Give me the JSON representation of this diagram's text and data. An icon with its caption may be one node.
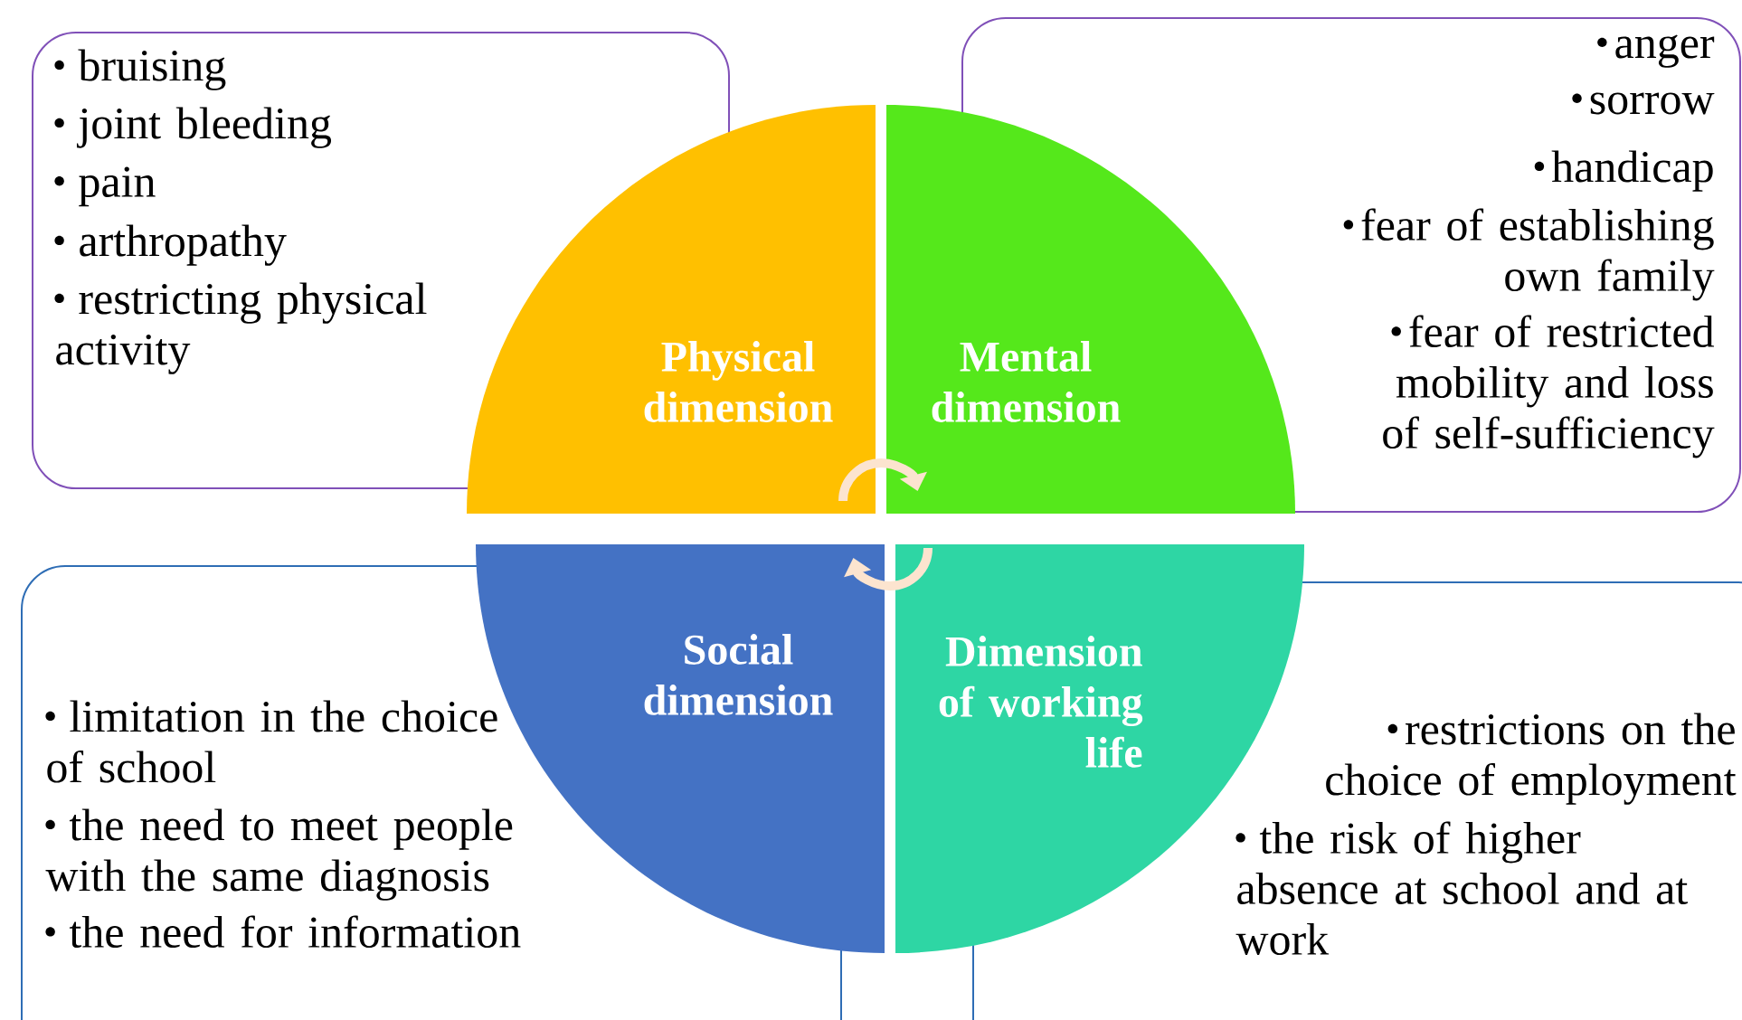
{
  "diagram": {
    "nodes": [
      {
        "text": [
          "bruising",
          "joint bleeding",
          "pain",
          "arthropathy",
          "restricting physical activity"
        ]
      },
      {
        "text": [
          "anger",
          "sorrow",
          "handicap",
          "fear of establishing own family",
          "fear of restricted mobility and loss of self-sufficiency"
        ]
      },
      {
        "text": [
          "Physical dimension"
        ]
      },
      {
        "text": [
          "Mental dimension"
        ]
      },
      {
        "text": [
          "Social dimension"
        ]
      },
      {
        "text": [
          "Dimension of working life"
        ]
      },
      {
        "text": [
          "limitation in the choice of school",
          "the need to meet people with the same diagnosis",
          "the need for information"
        ]
      },
      {
        "text": [
          "restrictions on the choice of employment",
          "the risk of higher absence at school and at work"
        ]
      }
    ],
    "edges": [
      {
        "from": 2,
        "to": 3,
        "arrow": "to"
      },
      {
        "from": 5,
        "to": 4,
        "arrow": "to"
      }
    ]
  }
}
